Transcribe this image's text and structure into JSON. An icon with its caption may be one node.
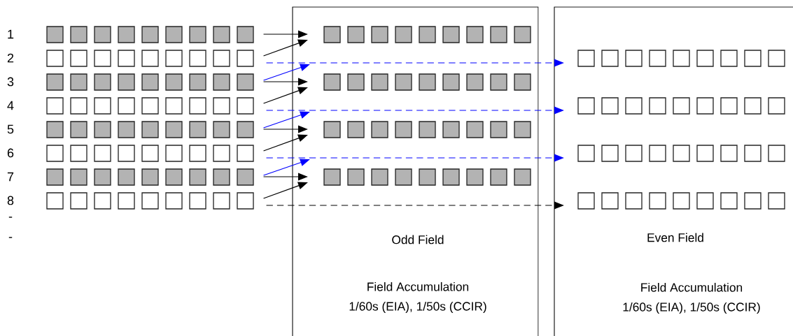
{
  "diagram": {
    "nodes": [
      {
        "text": [],
        "shape": "bar",
        "beside": [
          "1"
        ]
      },
      {
        "text": [],
        "shape": "bar",
        "beside": [
          "2"
        ]
      },
      {
        "text": [],
        "shape": "bar",
        "beside": [
          "3"
        ]
      },
      {
        "text": [],
        "shape": "bar",
        "beside": [
          "4"
        ]
      },
      {
        "text": [],
        "shape": "bar",
        "beside": [
          "5"
        ]
      },
      {
        "text": [],
        "shape": "bar",
        "beside": [
          "6"
        ]
      },
      {
        "text": [],
        "shape": "bar",
        "beside": [
          "7"
        ]
      },
      {
        "text": [],
        "shape": "bar",
        "beside": [
          "8"
        ]
      },
      {
        "text": [
          "Odd Field",
          "Field Accumulation 1/60s (EIA), 1/50s (CCIR)"
        ]
      },
      {
        "text": [],
        "shape": "bar",
        "in": 8
      },
      {
        "text": [],
        "shape": "bar",
        "in": 8
      },
      {
        "text": [],
        "shape": "bar",
        "in": 8
      },
      {
        "text": [],
        "shape": "bar",
        "in": 8
      },
      {
        "text": [
          "Even Field",
          "Field Accumulation 1/60s (EIA), 1/50s (CCIR)"
        ]
      },
      {
        "text": [],
        "shape": "bar",
        "in": 13
      },
      {
        "text": [],
        "shape": "bar",
        "in": 13
      },
      {
        "text": [],
        "shape": "bar",
        "in": 13
      },
      {
        "text": [],
        "shape": "bar",
        "in": 13
      }
    ],
    "edges": [
      {
        "from": 0,
        "to": 9,
        "arrow": "to"
      },
      {
        "from": 1,
        "to": 9,
        "arrow": "to"
      },
      {
        "from": 1,
        "to": 14,
        "arrow": "to",
        "style": "dashed",
        "color": "#0000ff"
      },
      {
        "from": 2,
        "to": 8,
        "arrow": "to",
        "color": "#0000ff"
      },
      {
        "from": 2,
        "to": 10,
        "arrow": "to"
      },
      {
        "from": 3,
        "to": 10,
        "arrow": "to"
      },
      {
        "from": 3,
        "to": 15,
        "arrow": "to",
        "style": "dashed",
        "color": "#0000ff"
      },
      {
        "from": 4,
        "to": 8,
        "arrow": "to",
        "color": "#0000ff"
      },
      {
        "from": 4,
        "to": 11,
        "arrow": "to"
      },
      {
        "from": 5,
        "to": 11,
        "arrow": "to"
      },
      {
        "from": 5,
        "to": 16,
        "arrow": "to",
        "style": "dashed",
        "color": "#0000ff"
      },
      {
        "from": 6,
        "to": 8,
        "arrow": "to",
        "color": "#0000ff"
      },
      {
        "from": 6,
        "to": 12,
        "arrow": "to"
      },
      {
        "from": 7,
        "to": 12,
        "arrow": "to"
      },
      {
        "from": 7,
        "to": 17,
        "arrow": "to",
        "style": "dashed"
      }
    ],
    "labels": [
      "-",
      "-"
    ]
  }
}
